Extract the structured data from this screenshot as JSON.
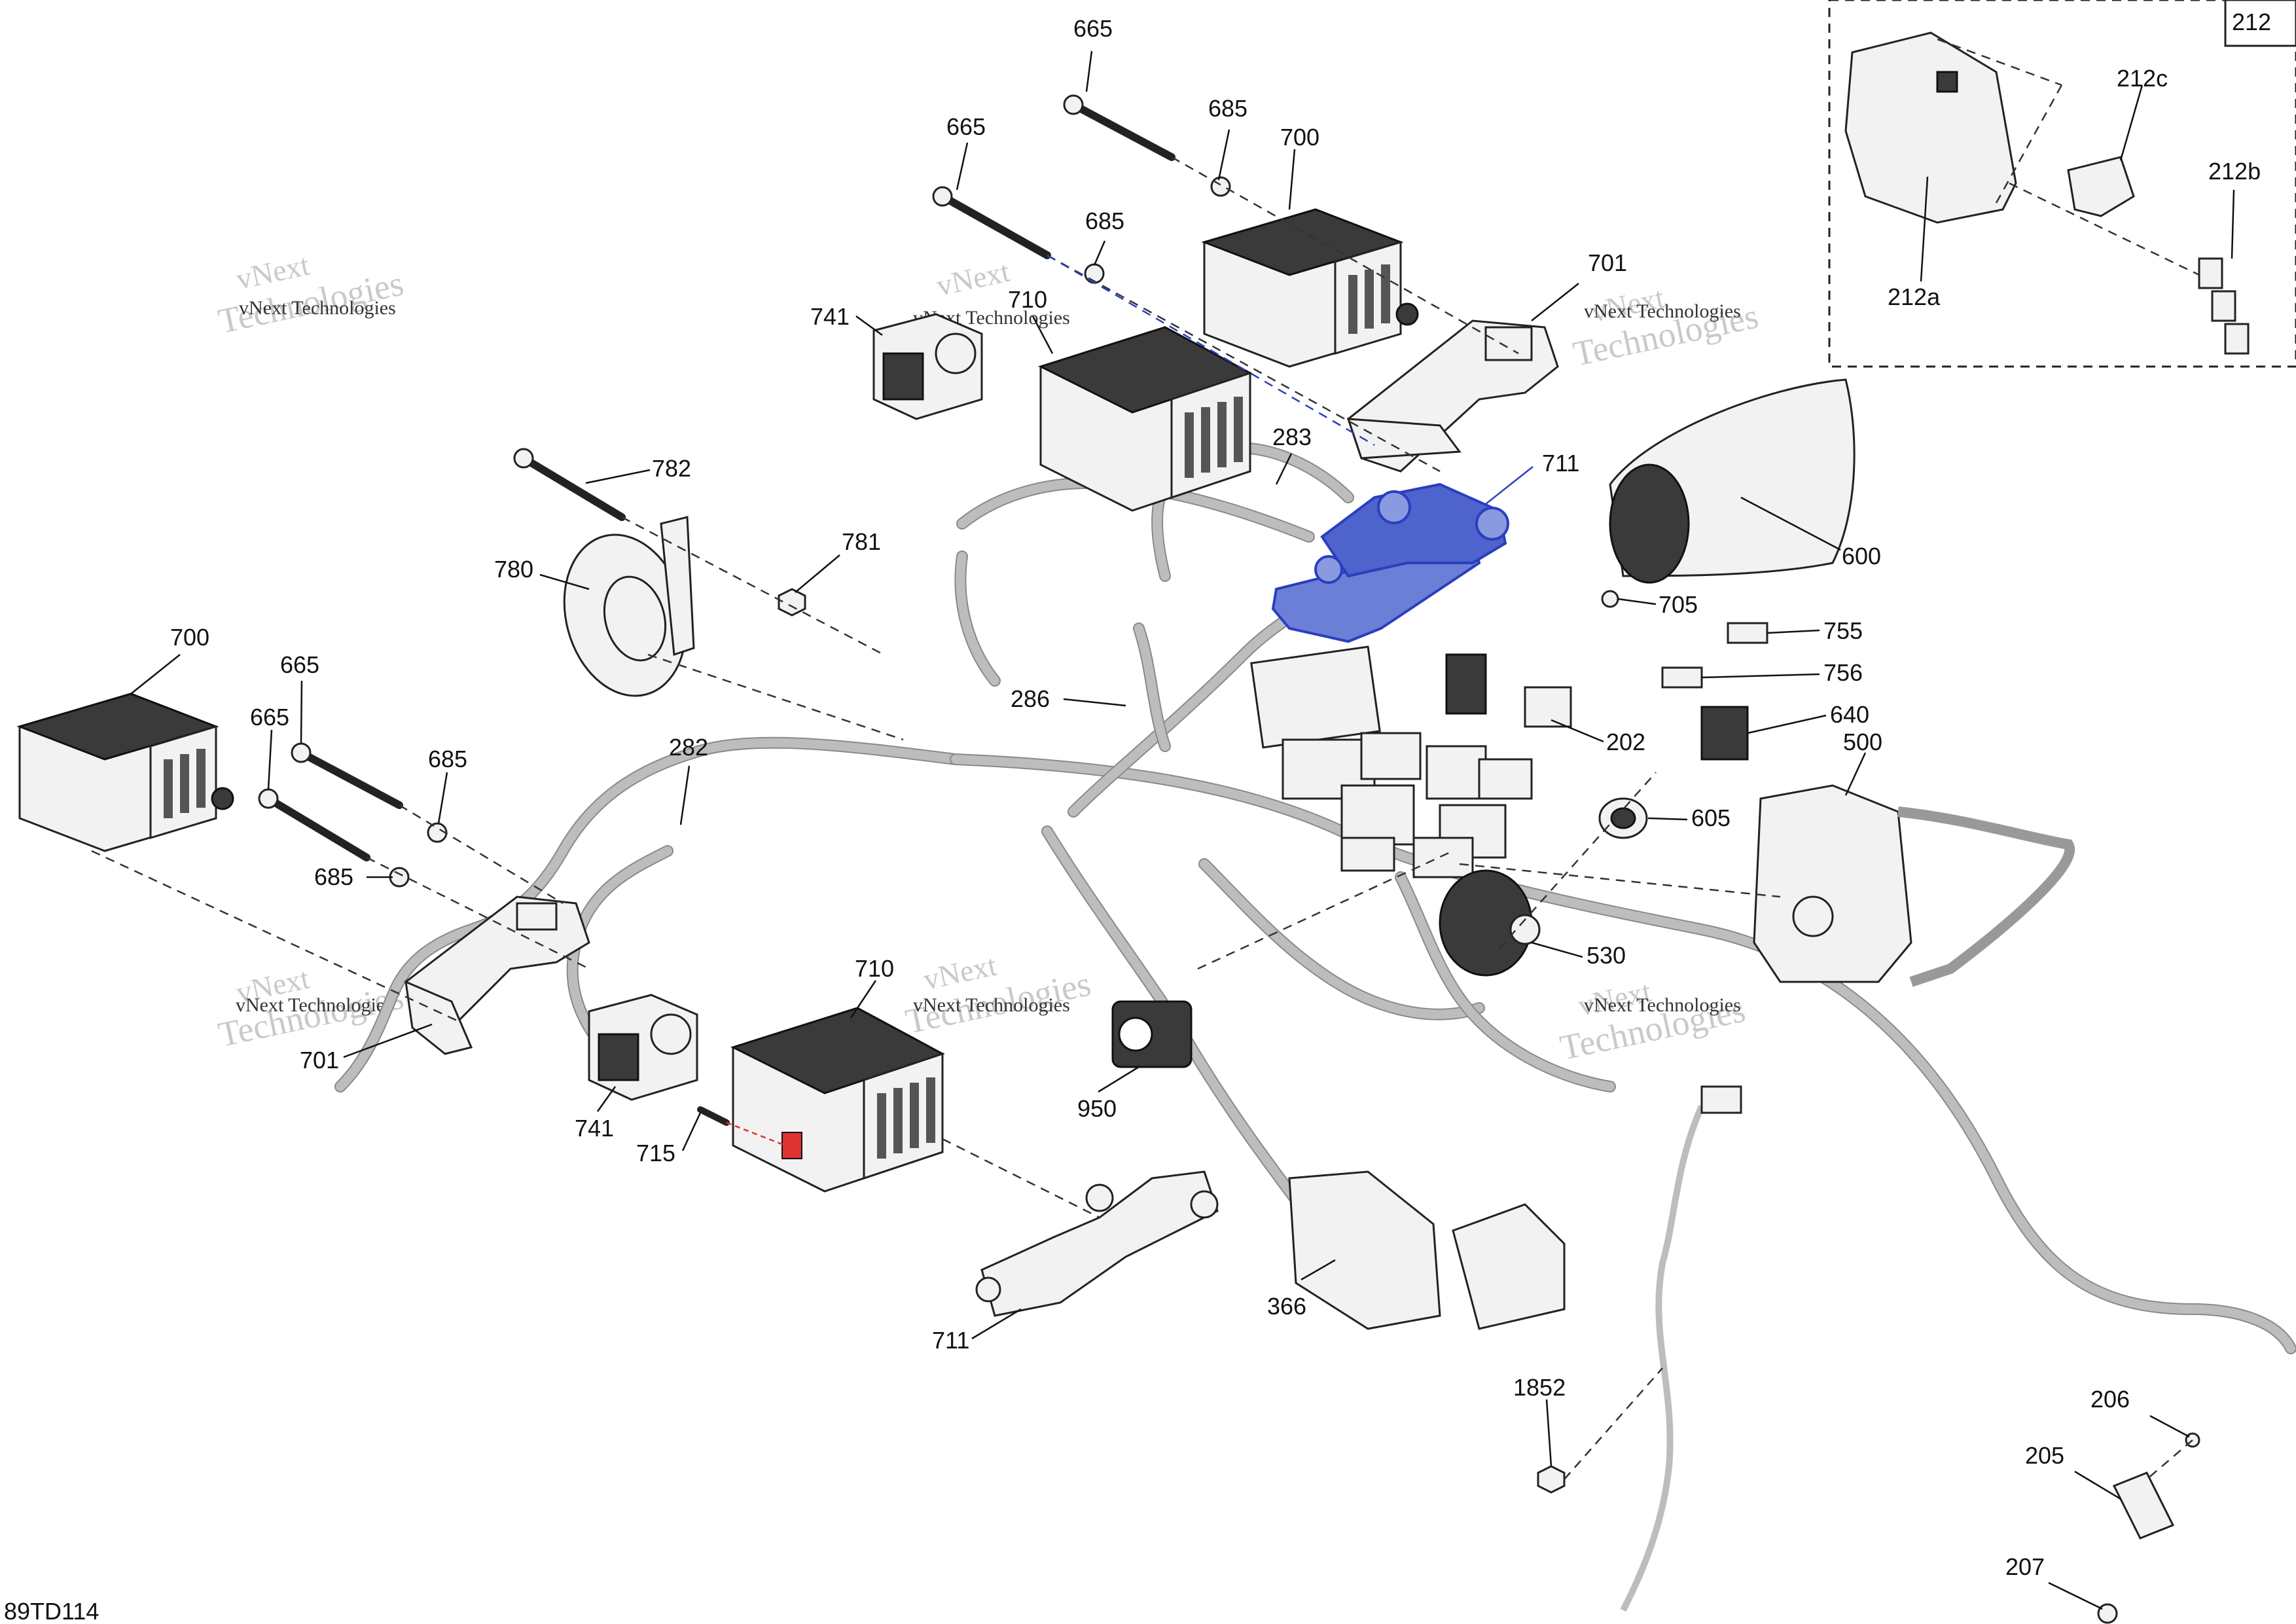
{
  "diagram": {
    "figure_code": "89TD114",
    "inset_reference": "212",
    "watermark_line1": "vNext Technologies",
    "watermark_line2": "vNext",
    "watermark_line3": "Technologies",
    "highlight_color": "#2a3fbf",
    "callouts": [
      "665",
      "685",
      "700",
      "665",
      "685",
      "710",
      "741",
      "701",
      "283",
      "711",
      "782",
      "781",
      "780",
      "600",
      "705",
      "755",
      "756",
      "640",
      "202",
      "500",
      "605",
      "530",
      "286",
      "700",
      "665",
      "685",
      "665",
      "685",
      "282",
      "701",
      "710",
      "741",
      "715",
      "950",
      "366",
      "711",
      "1852",
      "206",
      "205",
      "207",
      "212c",
      "212b",
      "212a"
    ]
  }
}
